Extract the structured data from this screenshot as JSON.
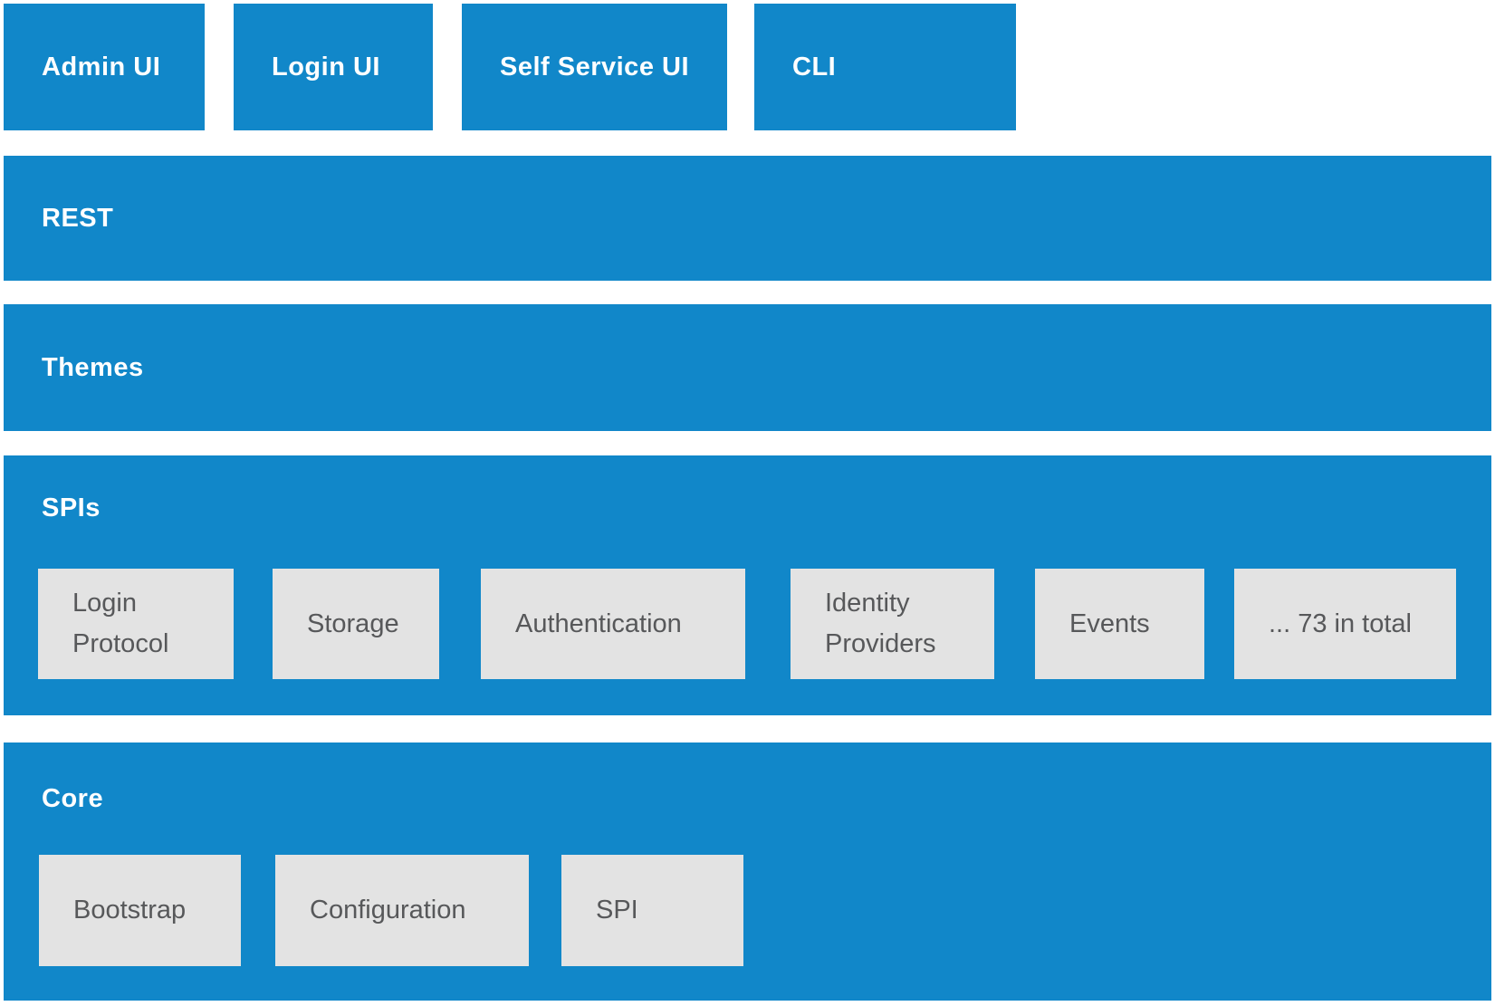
{
  "top_row": {
    "items": [
      {
        "label": "Admin UI"
      },
      {
        "label": "Login UI"
      },
      {
        "label": "Self Service UI"
      },
      {
        "label": "CLI"
      }
    ]
  },
  "layers": {
    "rest": {
      "label": "REST"
    },
    "themes": {
      "label": "Themes"
    },
    "spis": {
      "label": "SPIs",
      "modules": [
        {
          "label": "Login Protocol"
        },
        {
          "label": "Storage"
        },
        {
          "label": "Authentication"
        },
        {
          "label": "Identity Providers"
        },
        {
          "label": "Events"
        },
        {
          "label": "... 73 in total"
        }
      ]
    },
    "core": {
      "label": "Core",
      "modules": [
        {
          "label": "Bootstrap"
        },
        {
          "label": "Configuration"
        },
        {
          "label": "SPI"
        }
      ]
    }
  },
  "colors": {
    "primary_blue": "#1187c9",
    "module_bg": "#e3e3e3",
    "module_text": "#57585a",
    "label_text": "#ffffff",
    "background": "#ffffff"
  }
}
